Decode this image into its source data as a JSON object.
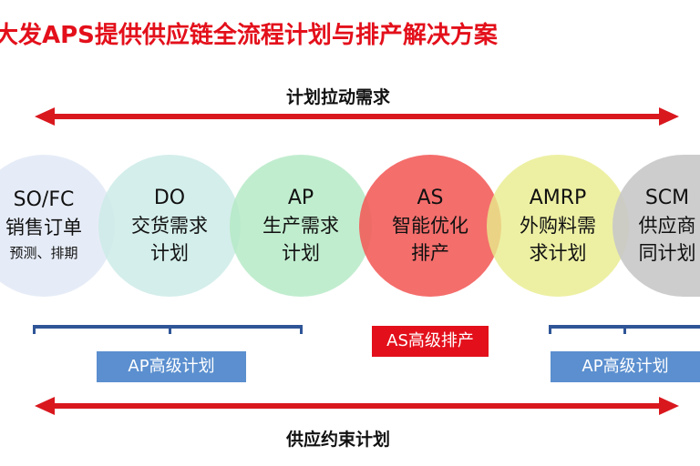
{
  "title": "大发APS提供供应链全流程计划与排产解决方案",
  "top_flow": {
    "label": "计划拉动需求",
    "color": "#d9181e"
  },
  "bottom_flow": {
    "label": "供应约束计划",
    "color": "#d9181e"
  },
  "circles": [
    {
      "title": "SO/FC",
      "lines": [
        "销售订单"
      ],
      "sub": "预测、排期",
      "color": "#e6ecf7"
    },
    {
      "title": "DO",
      "lines": [
        "交货需求",
        "计划"
      ],
      "color": "#cdebe8"
    },
    {
      "title": "AP",
      "lines": [
        "生产需求",
        "计划"
      ],
      "color": "#c4ecd0"
    },
    {
      "title": "AS",
      "lines": [
        "智能优化",
        "排产"
      ],
      "color": "#f36c6a"
    },
    {
      "title": "AMRP",
      "lines": [
        "外购料需",
        "求计划"
      ],
      "color": "#ecee9e"
    },
    {
      "title": "SCM",
      "lines": [
        "供应商",
        "同计划"
      ],
      "color": "#cfcfcf"
    }
  ],
  "boxes": [
    {
      "label": "AP高级计划",
      "color": "#5b8fcf"
    },
    {
      "label": "AS高级排产",
      "color": "#e3101b"
    },
    {
      "label": "AP高级计划",
      "color": "#5b8fcf"
    }
  ],
  "bracket_color": "#2f5597"
}
